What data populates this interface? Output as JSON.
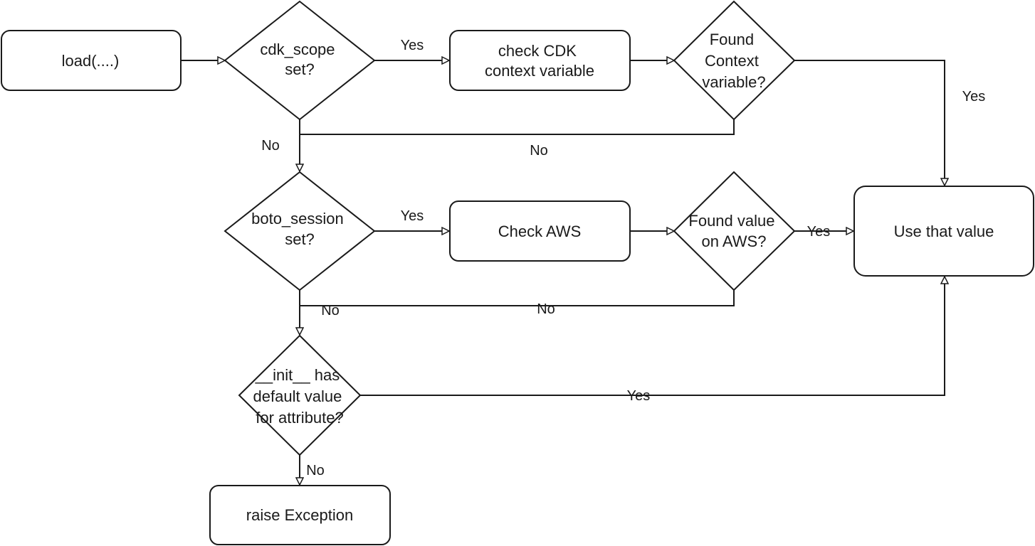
{
  "nodes": {
    "load": [
      "load(....)"
    ],
    "cdk_scope": [
      "cdk_scope",
      "set?"
    ],
    "check_cdk": [
      "check CDK",
      "context variable"
    ],
    "found_context": [
      "Found",
      "Context",
      "variable?"
    ],
    "boto_session": [
      "boto_session",
      "set?"
    ],
    "check_aws": [
      "Check AWS"
    ],
    "found_aws": [
      "Found value",
      "on AWS?"
    ],
    "use_value": [
      "Use that value"
    ],
    "init_default": [
      "__init__ has",
      "default value",
      "for attribute?"
    ],
    "raise": [
      "raise Exception"
    ]
  },
  "edge_labels": {
    "cdk_yes": "Yes",
    "context_yes": "Yes",
    "cdk_no": "No",
    "context_no": "No",
    "boto_yes": "Yes",
    "aws_yes": "Yes",
    "boto_no": "No",
    "aws_no": "No",
    "init_yes": "Yes",
    "init_no": "No"
  }
}
